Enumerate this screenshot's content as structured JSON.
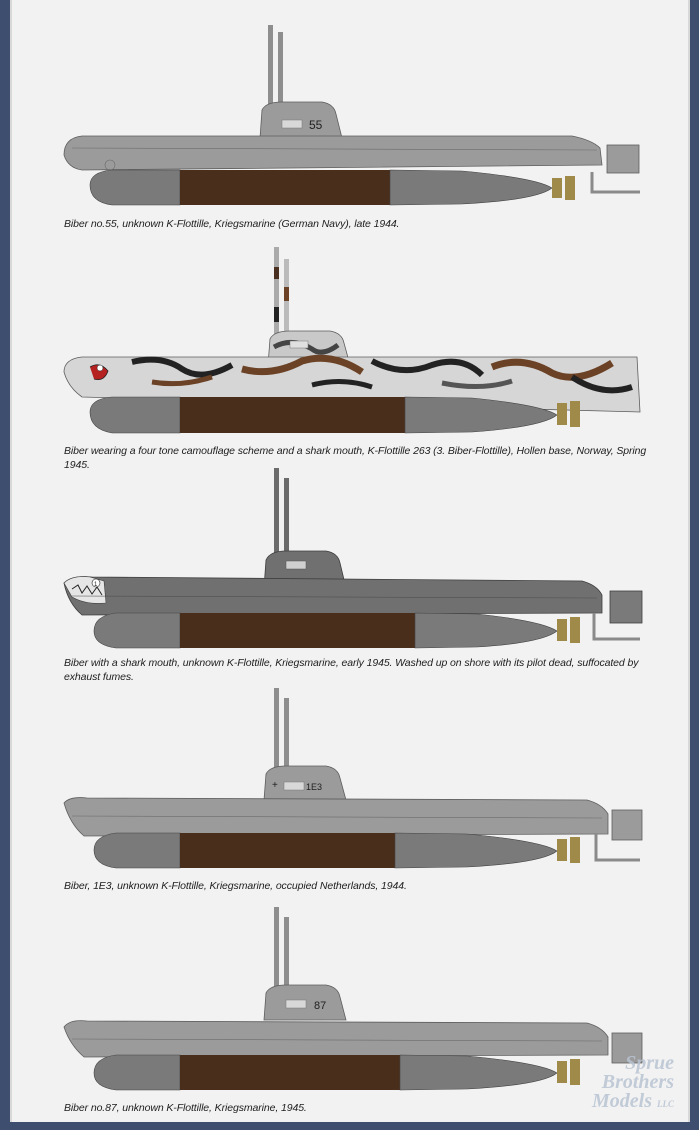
{
  "captions": [
    "Biber no.55, unknown K-Flottille, Kriegsmarine (German Navy), late 1944.",
    "Biber wearing a four tone camouflage scheme and a shark mouth, K-Flottille 263 (3. Biber-Flottille), Hollen base, Norway, Spring 1945.",
    "Biber with a shark mouth, unknown K-Flottille, Kriegsmarine, early 1945. Washed up on shore with its pilot dead, suffocated by exhaust fumes.",
    "Biber, 1E3, unknown K-Flottille, Kriegsmarine, occupied Netherlands, 1944.",
    "Biber no.87, unknown K-Flottille, Kriegsmarine, 1945."
  ],
  "markings": {
    "sub1": "55",
    "sub4_cross": "+",
    "sub4": "1E3",
    "sub5": "87",
    "sub3_emblem": "1"
  },
  "watermark": {
    "line1": "Sprue",
    "line2": "Brothers",
    "line3": "Models",
    "suffix": "LLC"
  },
  "colors": {
    "hull_light": "#9b9b9b",
    "hull_dark": "#6b6b6b",
    "torpedo_body": "#4a2e1c",
    "torpedo_end": "#7a7a7a",
    "propeller": "#a08a4a",
    "background": "#3d4e6e"
  }
}
